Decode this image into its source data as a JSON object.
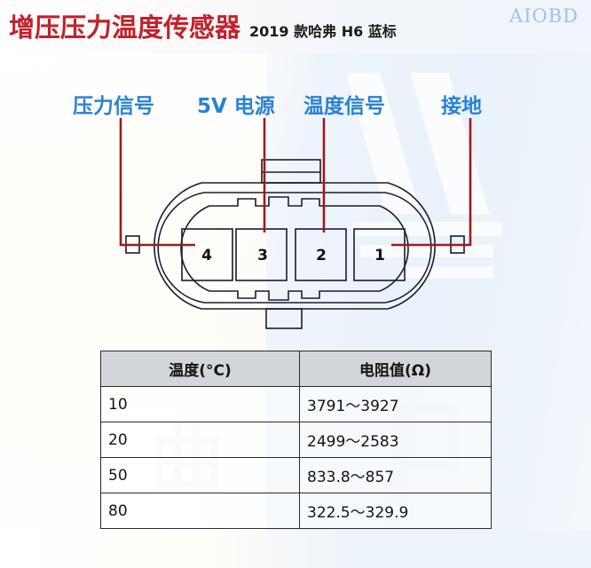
{
  "header": {
    "title": "增压压力温度传感器",
    "subtitle": "2019 款哈弗 H6 蓝标",
    "brand": "AIOBD",
    "title_color": "#c2212c",
    "brand_color": "#9cc3e8"
  },
  "diagram": {
    "label_color": "#2a82d6",
    "leader_color": "#9e1b1b",
    "outline_color": "#1c1c2e",
    "pin_labels": [
      {
        "text": "压力信号",
        "pin": "4"
      },
      {
        "text": "5V 电源",
        "pin": "3"
      },
      {
        "text": "温度信号",
        "pin": "2"
      },
      {
        "text": "接地",
        "pin": "1"
      }
    ],
    "pins": [
      {
        "number": "4"
      },
      {
        "number": "3"
      },
      {
        "number": "2"
      },
      {
        "number": "1"
      }
    ]
  },
  "table": {
    "columns": [
      "温度(°C)",
      "电阻值(Ω)"
    ],
    "rows": [
      {
        "temp": "10",
        "resistance": "3791～3927"
      },
      {
        "temp": "20",
        "resistance": "2499～2583"
      },
      {
        "temp": "50",
        "resistance": "833.8～857"
      },
      {
        "temp": "80",
        "resistance": "322.5～329.9"
      }
    ],
    "header_bg": "#d2d5d9"
  }
}
